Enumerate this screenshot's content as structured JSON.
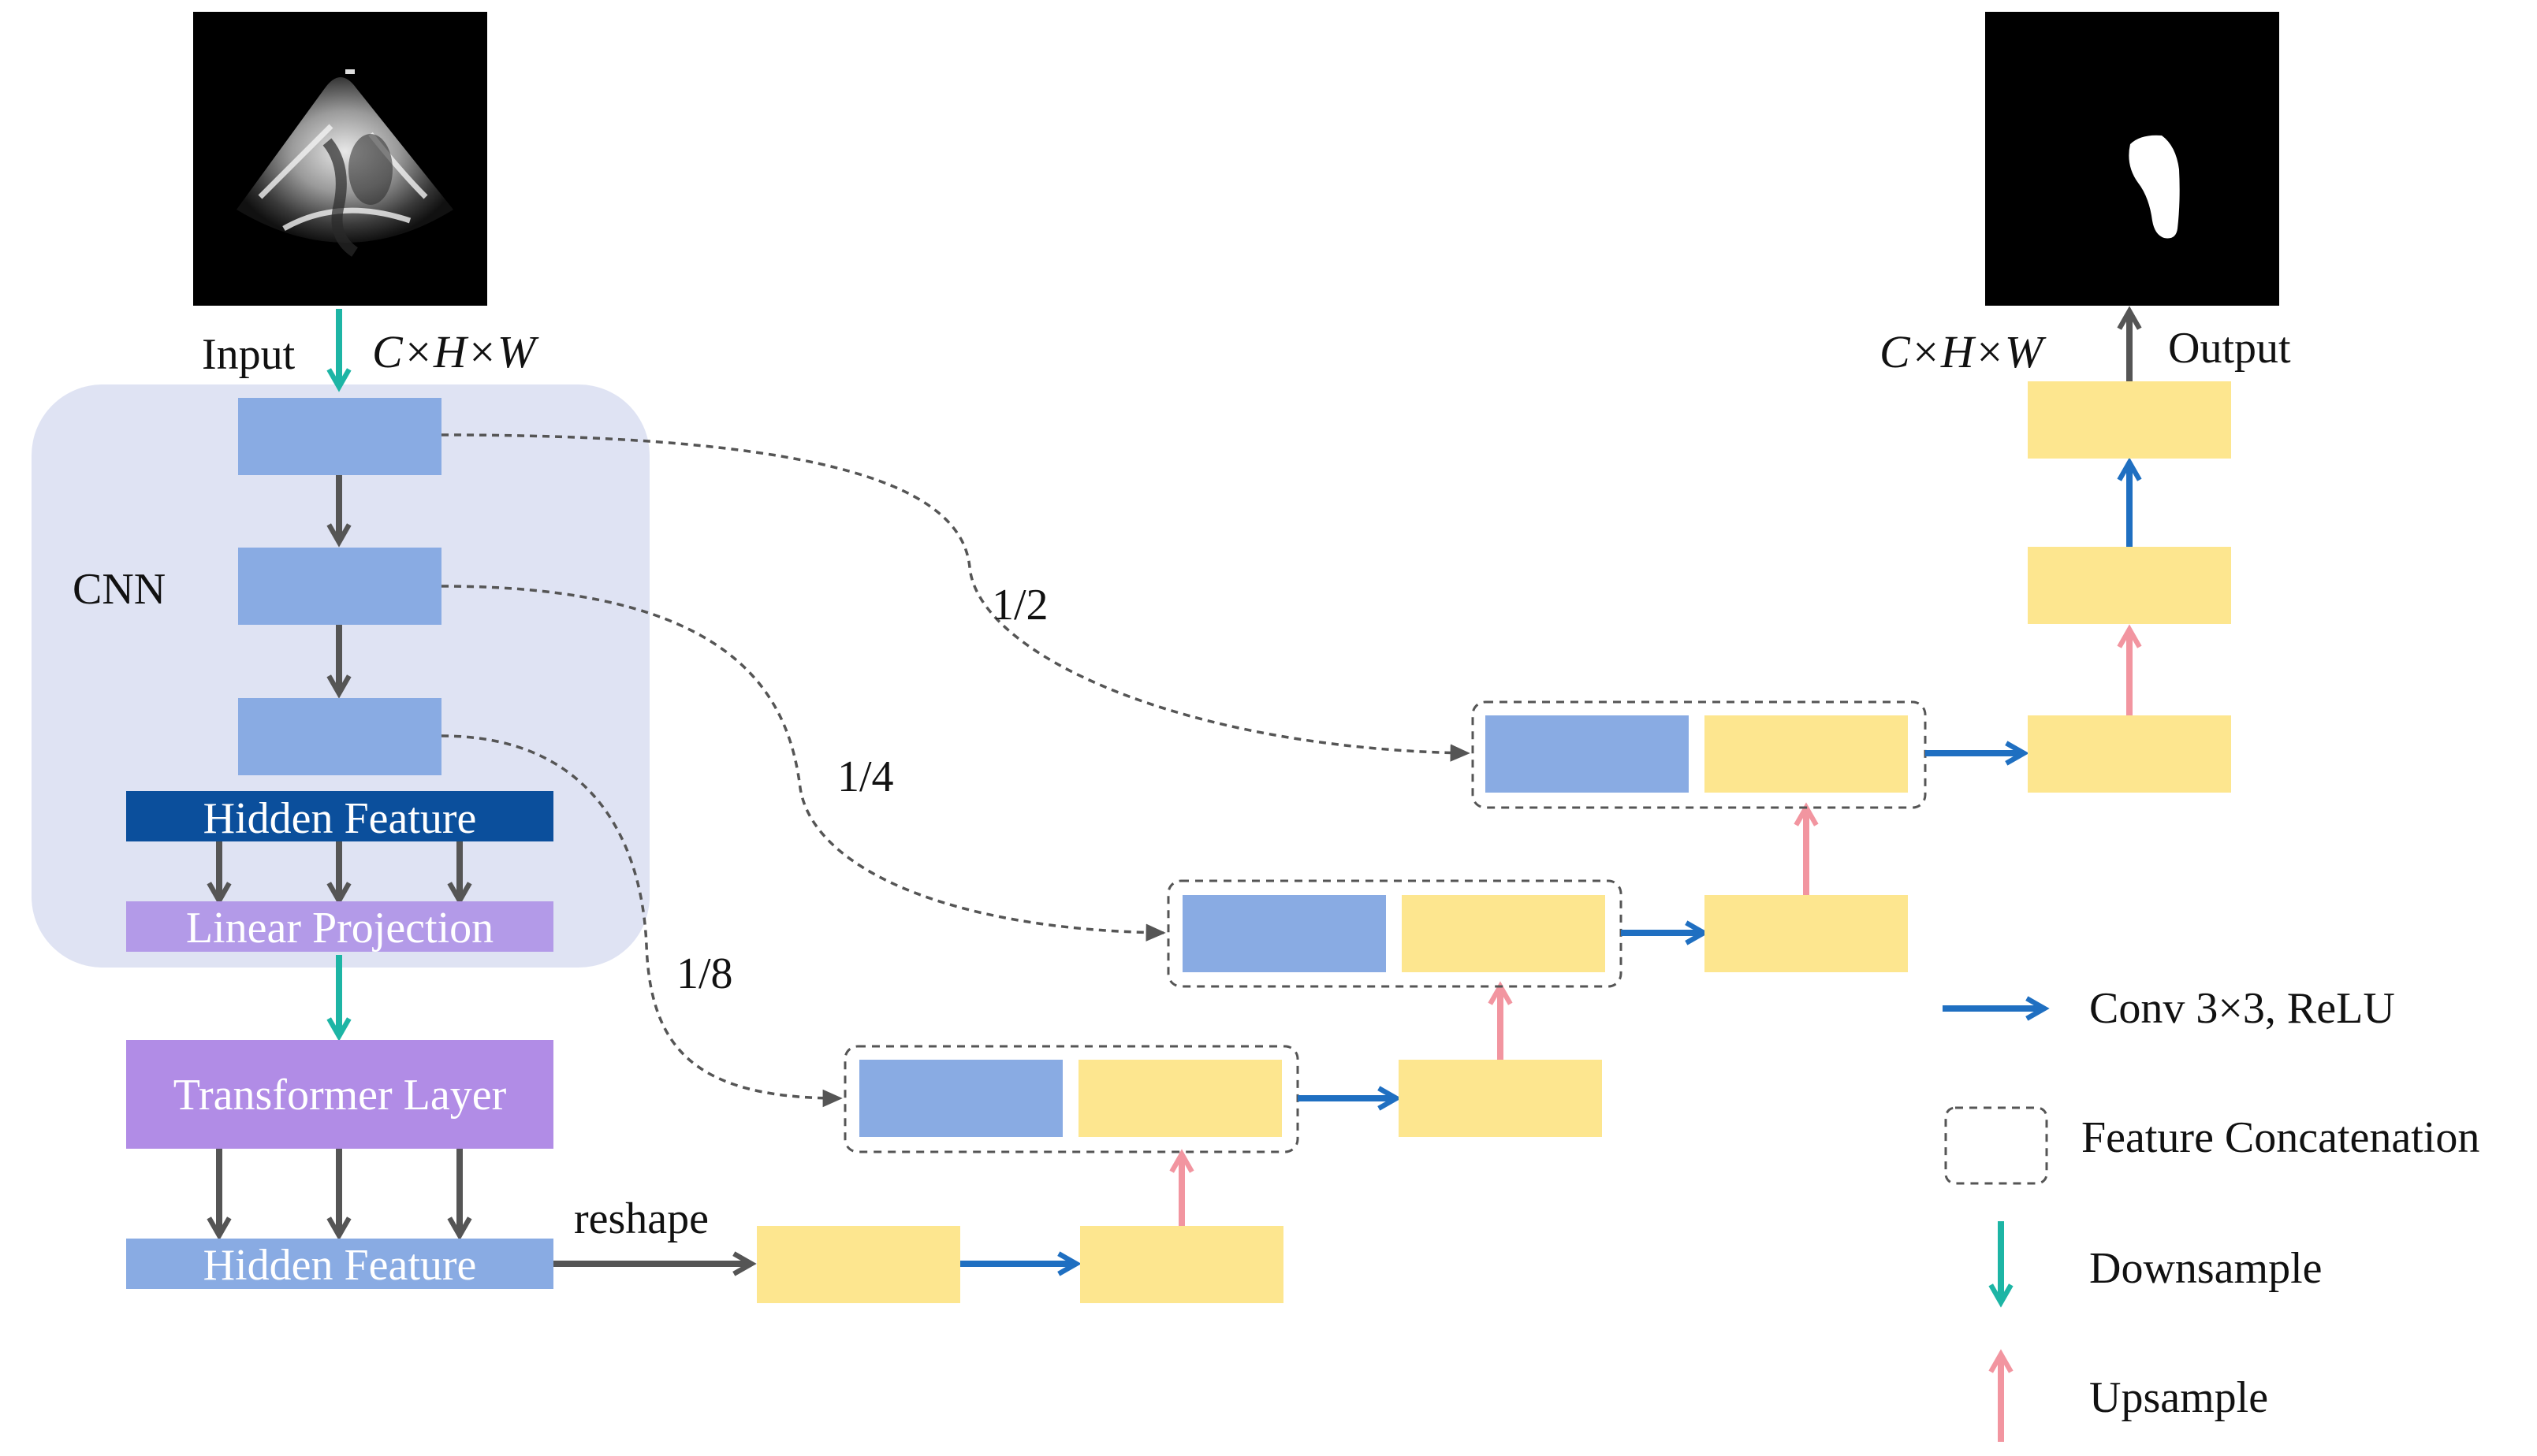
{
  "labels": {
    "input": "Input",
    "input_dims": "C×H×W",
    "output": "Output",
    "output_dims": "C×H×W",
    "cnn": "CNN",
    "hidden_feature_top": "Hidden Feature",
    "linear_projection": "Linear Projection",
    "transformer_layer": "Transformer Layer",
    "hidden_feature_bottom": "Hidden Feature",
    "reshape": "reshape",
    "skip_half": "1/2",
    "skip_quarter": "1/4",
    "skip_eighth": "1/8"
  },
  "legend": {
    "conv": "Conv 3×3, ReLU",
    "concat": "Feature Concatenation",
    "downsample": "Downsample",
    "upsample": "Upsample"
  },
  "colors": {
    "cnn_region": "#dfe3f3",
    "encoder_block": "#89abe3",
    "decoder_block": "#fde68f",
    "hidden_dark": "#0b4f9c",
    "hidden_light": "#89abe3",
    "projection": "#b39ae8",
    "transformer": "#b18ce6",
    "conv_arrow": "#1f6fc1",
    "downsample_arrow": "#1db5a5",
    "upsample_arrow": "#f295a0",
    "neutral_arrow": "#555555",
    "dashed": "#555555"
  },
  "icons": {
    "input_image": "ultrasound-image",
    "output_image": "segmentation-mask-image"
  }
}
